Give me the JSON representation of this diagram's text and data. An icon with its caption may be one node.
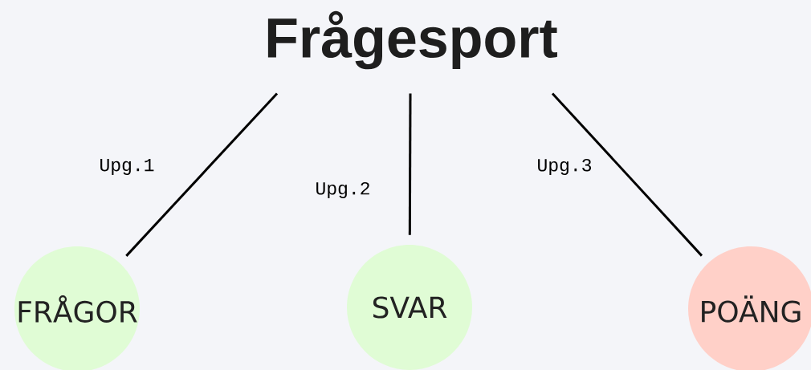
{
  "diagram": {
    "nodes": [
      {
        "text": [
          "Frågesport"
        ]
      },
      {
        "text": [
          "FRÅGOR"
        ]
      },
      {
        "text": [
          "SVAR"
        ]
      },
      {
        "text": [
          "POÄNG"
        ]
      }
    ],
    "edges": [
      {
        "from": 0,
        "to": 1,
        "arrow": "none",
        "label": "Upg.1"
      },
      {
        "from": 0,
        "to": 2,
        "arrow": "none",
        "label": "Upg.2"
      },
      {
        "from": 0,
        "to": 3,
        "arrow": "none",
        "label": "Upg.3"
      }
    ]
  }
}
